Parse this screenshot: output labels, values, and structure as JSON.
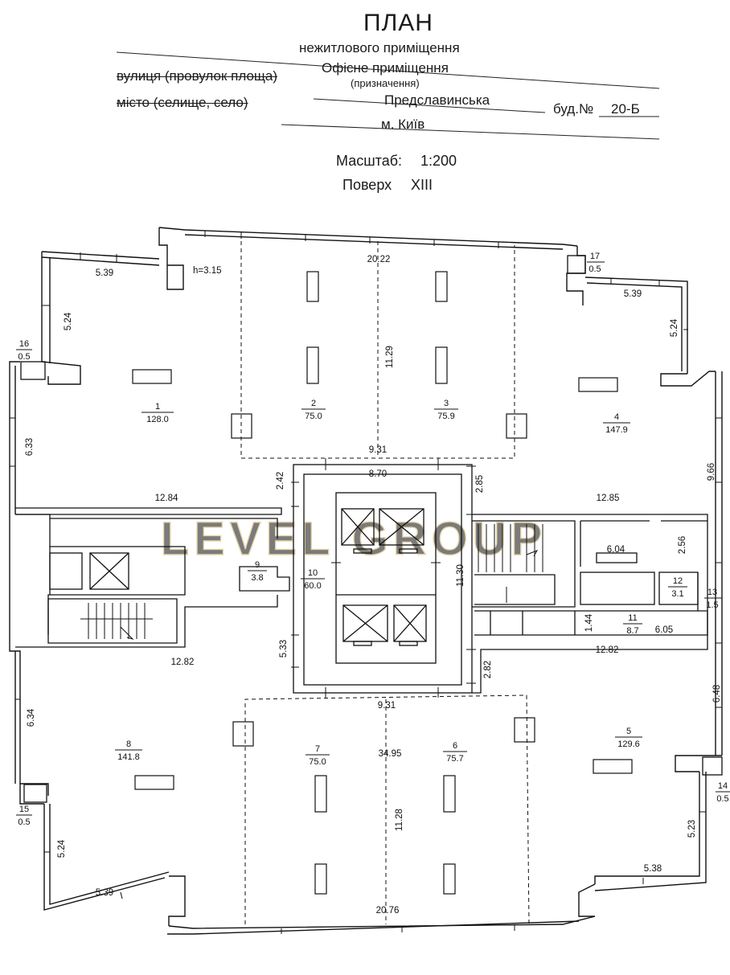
{
  "header": {
    "title": "ПЛАН",
    "subtitle": "нежитлового приміщення",
    "purpose": "Офісне приміщення",
    "purpose_caption": "(призначення)",
    "street_label": "вулиця (провулок площа)",
    "street_value": "Предславинська",
    "building_label": "буд.№",
    "building_value": "20-Б",
    "city_label": "місто (селище, село)",
    "city_value": "м. Київ",
    "scale_label": "Масштаб:",
    "scale_value": "1:200",
    "floor_label": "Поверх",
    "floor_value": "XIII"
  },
  "watermark": "LEVEL GROUP",
  "plan": {
    "ceiling_height": "h=3.15",
    "rooms": [
      {
        "num": "1",
        "area": "128.0"
      },
      {
        "num": "2",
        "area": "75.0"
      },
      {
        "num": "3",
        "area": "75.9"
      },
      {
        "num": "4",
        "area": "147.9"
      },
      {
        "num": "5",
        "area": "129.6"
      },
      {
        "num": "6",
        "area": "75.7"
      },
      {
        "num": "7",
        "area": "75.0"
      },
      {
        "num": "8",
        "area": "141.8"
      },
      {
        "num": "9",
        "area": "3.8"
      },
      {
        "num": "10",
        "area": "60.0"
      },
      {
        "num": "11",
        "area": "8.7"
      },
      {
        "num": "12",
        "area": "3.1"
      },
      {
        "num": "13",
        "area": "1.5"
      },
      {
        "num": "14",
        "area": "0.5"
      },
      {
        "num": "15",
        "area": "0.5"
      },
      {
        "num": "16",
        "area": "0.5"
      },
      {
        "num": "17",
        "area": "0.5"
      }
    ],
    "dimensions": [
      "20.22",
      "5.39",
      "5.24",
      "5.39",
      "5.24",
      "6.33",
      "12.84",
      "2.42",
      "9.31",
      "11.29",
      "8.70",
      "2.85",
      "12.85",
      "9.66",
      "2.56",
      "6.04",
      "11.30",
      "5.33",
      "12.82",
      "2.82",
      "12.82",
      "1.44",
      "6.05",
      "9.31",
      "6.34",
      "34.95",
      "11.28",
      "6.48",
      "5.23",
      "5.38",
      "5.24",
      "5.39",
      "20.76"
    ]
  }
}
